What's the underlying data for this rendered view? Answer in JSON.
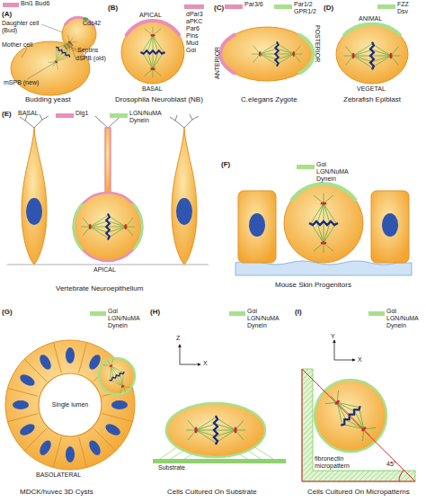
{
  "diagram": {
    "nodes": [
      {
        "text": [
          "Single lumen"
        ]
      }
    ],
    "labels": [
      "(A)",
      "Daughter cell (Bud)",
      "Cdc42",
      "Septins",
      "dSPB (old)",
      "Mother cell",
      "mSPB (new)",
      "Budding yeast",
      "(B)",
      "APICAL",
      "BASAL",
      "Drosophila Neuroblast (NB)",
      "(C)",
      "ANTERIOR",
      "POSTERIOR",
      "C.elegans Zygote",
      "(D)",
      "ANIMAL",
      "VEGETAL",
      "Zebrafish Epiblast",
      "(E)",
      "BASAL",
      "APICAL",
      "Vertebrate Neuroepithelium",
      "(F)",
      "Mouse Skin Progenitors",
      "(G)",
      "APICAL",
      "BASOLATERAL",
      "MDCK/huvec 3D Cysts",
      "(H)",
      "Z",
      "X",
      "Substrate",
      "Cells Cultured On Substrate",
      "(I)",
      "Y",
      "X",
      "fibronectin micropattern",
      "45°",
      "Cells Cultured On Micropatterns"
    ],
    "legend": [
      {
        "text": "Bni1 Bud6",
        "color": "#e890b8"
      },
      {
        "text": "dPar3 aPKC Par6 Pins Mud Gαi",
        "color": "#e890b8"
      },
      {
        "text": "Par3/6",
        "color": "#e890b8"
      },
      {
        "text": "Par1/2 GPR1/2",
        "color": "#a8e08c"
      },
      {
        "text": "FZZ Dsv",
        "color": "#a8e08c"
      },
      {
        "text": "Dlg1",
        "color": "#e890b8"
      },
      {
        "text": "LGN/NuMA Dynein",
        "color": "#a8e08c"
      },
      {
        "text": "Gαi LGN/NuMA Dynein",
        "color": "#a8e08c"
      },
      {
        "text": "Gαi LGN/NuMA Dynein",
        "color": "#a8e08c"
      },
      {
        "text": "Gαi LGN/NuMA Dynein",
        "color": "#a8e08c"
      },
      {
        "text": "Gαi LGN/NuMA Dynein",
        "color": "#a8e08c"
      }
    ]
  }
}
